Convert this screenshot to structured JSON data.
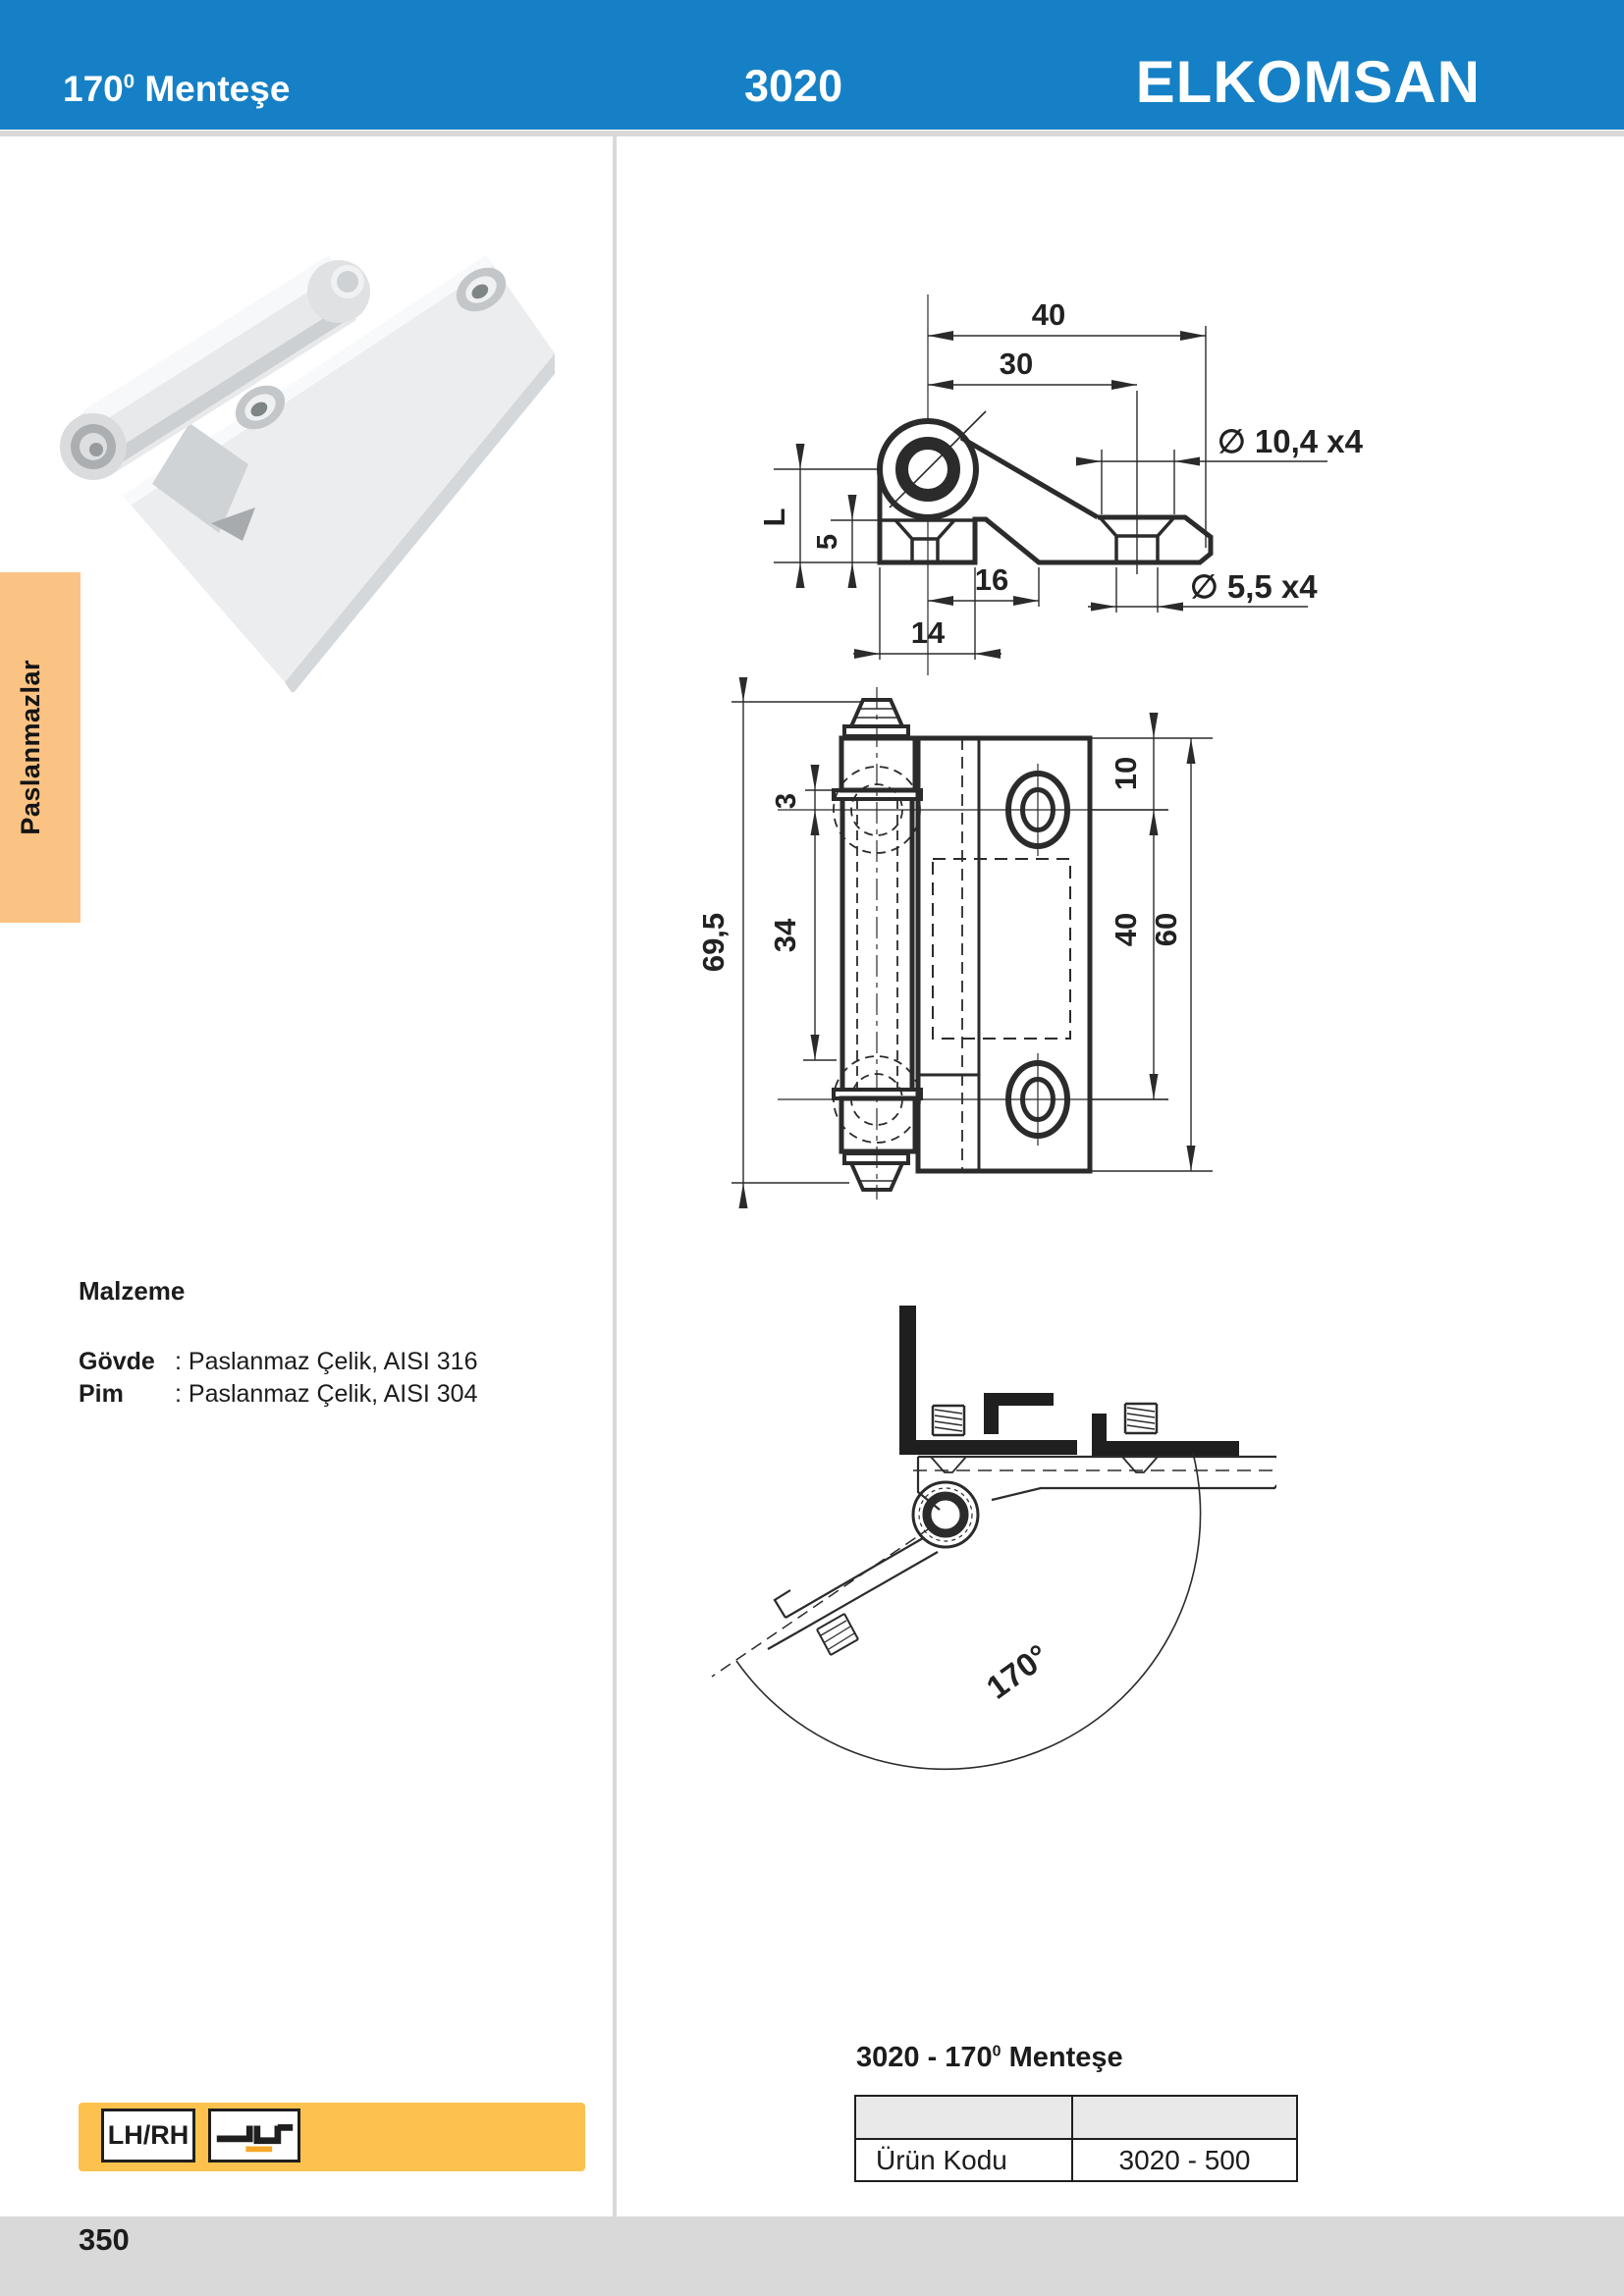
{
  "header": {
    "title_num": "170",
    "title_sup": "0",
    "title_rest": " Menteşe",
    "code": "3020",
    "brand": "ELKOMSAN"
  },
  "sidebar_tab": {
    "label": "Paslanmazlar"
  },
  "materials": {
    "heading": "Malzeme",
    "rows": [
      {
        "label": "Gövde",
        "value": ": Paslanmaz Çelik, AISI 316"
      },
      {
        "label": "Pim",
        "value": ": Paslanmaz Çelik, AISI 304"
      }
    ]
  },
  "drawing_profile": {
    "dim_40": "40",
    "dim_30": "30",
    "dim_hole_top": "∅ 10,4 x4",
    "dim_L": "L",
    "dim_5": "5",
    "dim_16": "16",
    "dim_14": "14",
    "dim_hole_bottom": "∅ 5,5 x4"
  },
  "drawing_front": {
    "dim_total": "69,5",
    "dim_3": "3",
    "dim_34": "34",
    "dim_10": "10",
    "dim_40": "40",
    "dim_60": "60"
  },
  "drawing_angle": {
    "label": "170°"
  },
  "product": {
    "caption_code": "3020 - 170",
    "caption_sup": "0",
    "caption_rest": " Menteşe",
    "table": {
      "header_left": "",
      "header_right": "",
      "row_label": "Ürün Kodu",
      "row_value": "3020 - 500"
    }
  },
  "badge": {
    "label": "LH/RH",
    "icon": "hinge-orientation-icon"
  },
  "footer": {
    "page": "350"
  },
  "colors": {
    "header_bg": "#1580C5",
    "tab_bg": "#FBC383",
    "badge_bg": "#FCC24D",
    "accent_orange": "#F5A728",
    "footer_bg": "#D9D9D9",
    "table_header_bg": "#E9E9E9",
    "drawing_stroke": "#2B2B2B"
  }
}
